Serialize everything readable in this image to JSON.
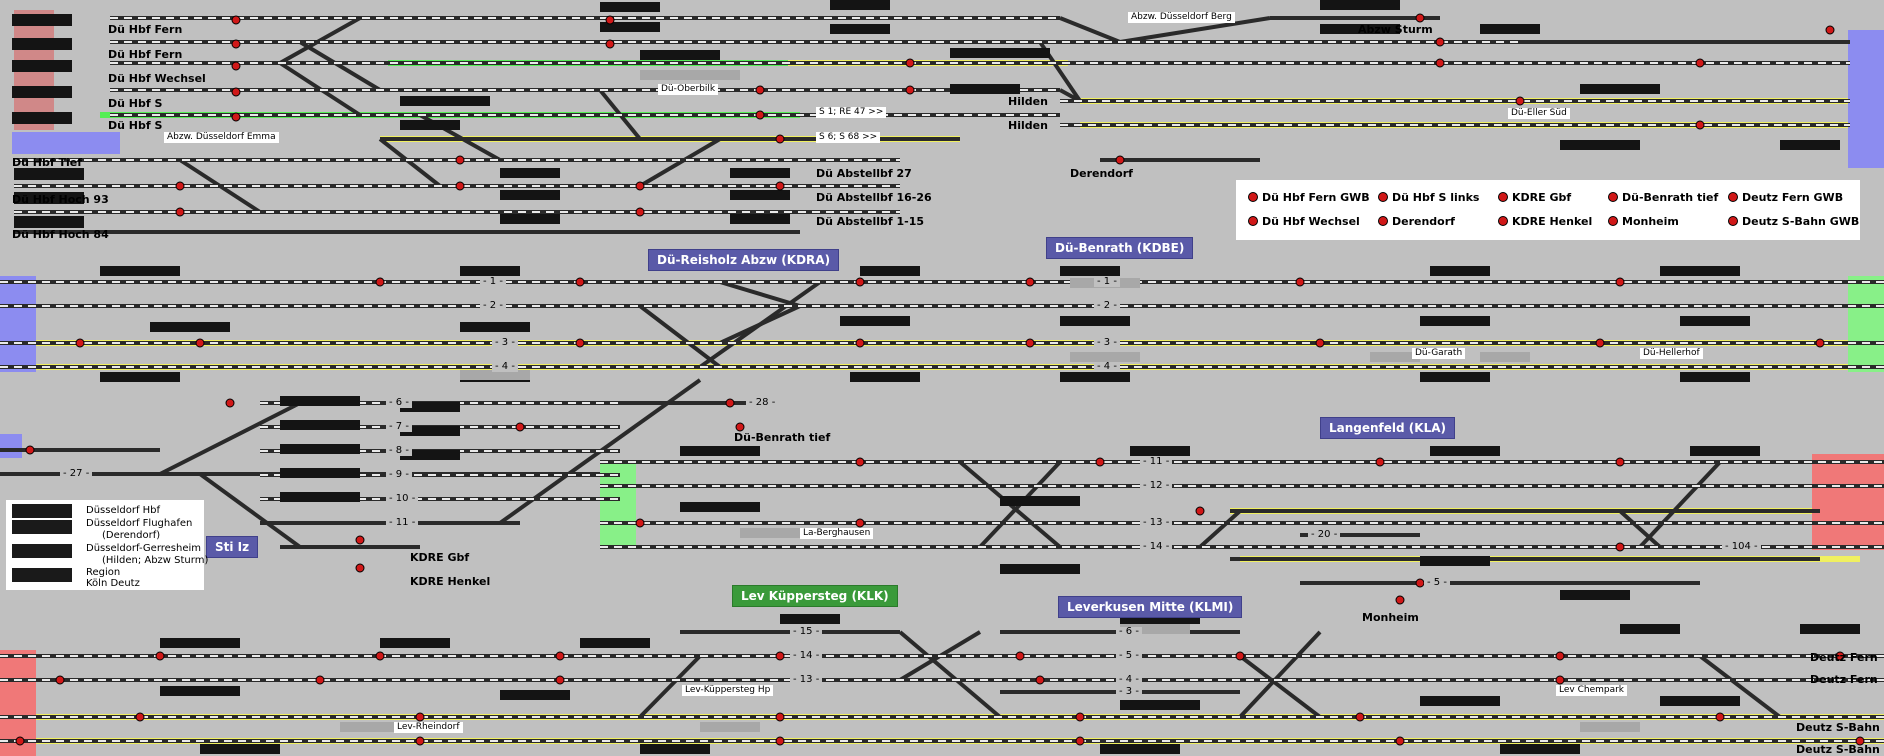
{
  "colors": {
    "background": "#c0c0c0",
    "track": "#2a2a2a",
    "route_green": "#55ee55",
    "route_yellow": "#f0f060",
    "signal_red": "#d01818",
    "station_blue": "#5a5aa8",
    "station_green": "#3a9a3a",
    "edge_blue": "#8c8cf0",
    "edge_red": "#f07878",
    "edge_green": "#88f088"
  },
  "icons": [
    "signal-icon",
    "switch-icon",
    "block-indicator-icon"
  ],
  "labels": {
    "hbf_fern": "Dü Hbf Fern",
    "hbf_fern2": "Dü Hbf Fern",
    "hbf_wechsel": "Dü Hbf Wechsel",
    "hbf_s": "Dü Hbf S",
    "hbf_s2": "Dü Hbf S",
    "hbf_tief": "Dü Hbf Tief",
    "hbf_hoch93": "Dü Hbf Hoch 93",
    "hbf_hoch84": "Dü Hbf Hoch 84",
    "abzw_emma": "Abzw. Düsseldorf Emma",
    "abzw_berg": "Abzw. Düsseldorf Berg",
    "abzw_sturm": "Abzw Sturm",
    "oberbilk": "Dü-Oberbilk",
    "route1": "S 1; RE 47 >>",
    "route2": "S 6; S 68 >>",
    "hilden1": "Hilden",
    "hilden2": "Hilden",
    "abst27": "Dü Abstellbf 27",
    "abst1626": "Dü Abstellbf 16-26",
    "abst115": "Dü Abstellbf 1-15",
    "derendorf": "Derendorf",
    "eller": "Dü-Eller Süd",
    "garath": "Dü-Garath",
    "hellerhof": "Dü-Hellerhof",
    "benrath_tief": "Dü-Benrath tief",
    "kdre_gbf": "KDRE Gbf",
    "kdre_henkel": "KDRE Henkel",
    "berghausen": "La-Berghausen",
    "monheim": "Monheim",
    "kupp_hp": "Lev-Küppersteg Hp",
    "rheindorf": "Lev-Rheindorf",
    "chempark": "Lev Chempark",
    "deutz_fern1": "Deutz Fern",
    "deutz_fern2": "Deutz Fern",
    "deutz_s1": "Deutz S-Bahn",
    "deutz_s2": "Deutz S-Bahn"
  },
  "stations": {
    "reisholz": "Dü-Reisholz Abzw (KDRA)",
    "benrath": "Dü-Benrath (KDBE)",
    "langenfeld": "Langenfeld (KLA)",
    "stilz": "Sti Iz",
    "kuppersteg": "Lev Küppersteg (KLK)",
    "lev_mitte": "Leverkusen Mitte (KLMI)"
  },
  "track_numbers": {
    "t1a": "- 1 -",
    "t2a": "- 2 -",
    "t3a": "- 3 -",
    "t4a": "- 4 -",
    "t1b": "- 1 -",
    "t2b": "- 2 -",
    "t3b": "- 3 -",
    "t4b": "- 4 -",
    "t6": "- 6 -",
    "t7": "- 7 -",
    "t8": "- 8 -",
    "t9": "- 9 -",
    "t10": "- 10 -",
    "t11": "- 11 -",
    "t27": "- 27 -",
    "t28": "- 28 -",
    "t11b": "- 11 -",
    "t12": "- 12 -",
    "t13": "- 13 -",
    "t14": "- 14 -",
    "t20": "- 20 -",
    "t104": "- 104 -",
    "t5": "- 5 -",
    "t15": "- 15 -",
    "t14b": "- 14 -",
    "t13b": "- 13 -",
    "t6b": "- 6 -",
    "t5b": "- 5 -",
    "t4c": "- 4 -",
    "t3c": "- 3 -"
  },
  "legend": {
    "items": [
      "Dü Hbf Fern GWB",
      "Dü Hbf S links",
      "KDRE Gbf",
      "Dü-Benrath tief",
      "Deutz Fern GWB",
      "Dü Hbf Wechsel",
      "Derendorf",
      "KDRE Henkel",
      "Monheim",
      "Deutz S-Bahn GWB"
    ]
  },
  "key": {
    "rows": [
      "Düsseldorf Hbf",
      "Düsseldorf Flughafen",
      "(Derendorf)",
      "Düsseldorf-Gerresheim",
      "(Hilden; Abzw Sturm)",
      "Region",
      "Köln Deutz"
    ]
  }
}
